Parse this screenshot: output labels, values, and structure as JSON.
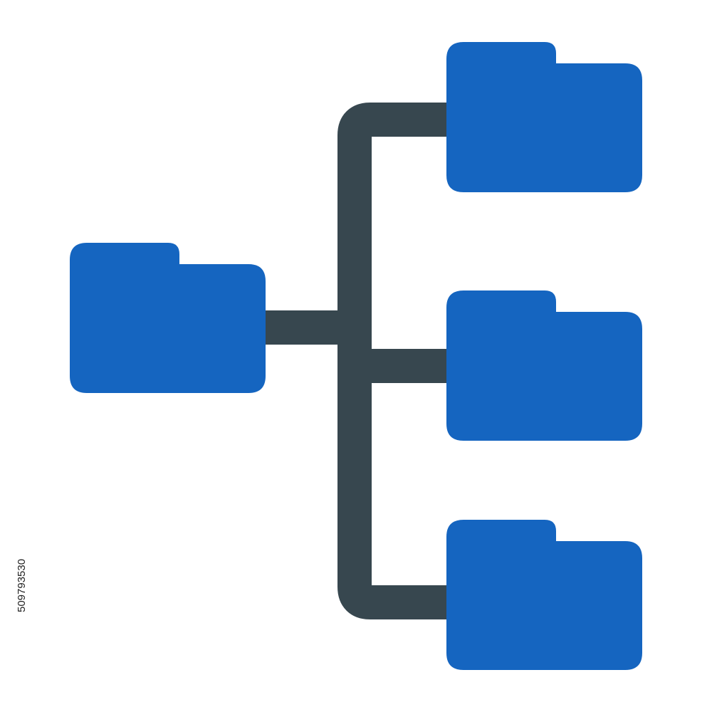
{
  "icon": {
    "name": "folder-hierarchy-icon",
    "folders": [
      {
        "role": "root",
        "icon": "folder-icon"
      },
      {
        "role": "child",
        "icon": "folder-icon"
      },
      {
        "role": "child",
        "icon": "folder-icon"
      },
      {
        "role": "child",
        "icon": "folder-icon"
      }
    ],
    "connector_icon": "tree-connector-lines"
  },
  "stock_id": "509793530",
  "colors": {
    "folder": "#1565C0",
    "connector": "#37474F",
    "background": "#FFFFFF"
  }
}
